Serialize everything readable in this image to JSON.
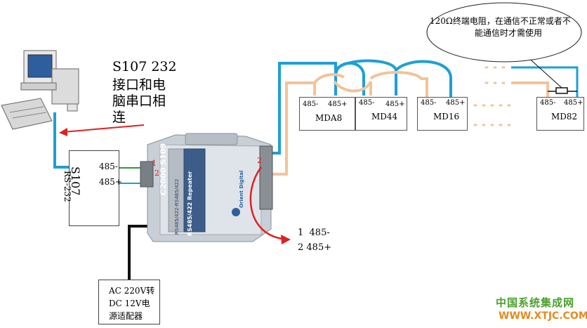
{
  "note": {
    "text_line1": "120Ω终端电阻，在通信不正常或者不",
    "text_line2": "能通信时才需使用"
  },
  "pc_note": {
    "line1": "S107 232",
    "line2": "接口和电",
    "line3": "脑串口相",
    "line4": "连"
  },
  "s107": {
    "title": "S107",
    "subtitle": "RS-232",
    "pin_minus": "485-",
    "pin_plus": "485+"
  },
  "repeater": {
    "brand": "Orient Digital",
    "model": "C2000 S109",
    "name": "RS485/422 Repeater",
    "ports": "RS485/422-RS485/422",
    "pin1": "1",
    "pin2": "2",
    "pin2b": "2"
  },
  "pinout": {
    "line1": "1  485-",
    "line2": "2 485+"
  },
  "adapter": {
    "line1": "AC 220V转",
    "line2": "DC 12V电",
    "line3": "源适配器"
  },
  "modules": [
    {
      "name": "MDA8",
      "minus": "485-",
      "plus": "485+"
    },
    {
      "name": "MD44",
      "minus": "485-",
      "plus": "485+"
    },
    {
      "name": "MD16",
      "minus": "485-",
      "plus": "485+"
    },
    {
      "name": "MD82",
      "minus": "485-",
      "plus": "485+"
    }
  ],
  "watermark": {
    "cn": "中国系统集成网",
    "url": "WWW.XTJC.COM"
  },
  "colors": {
    "blue_wire": "#1e9fd6",
    "orange_wire": "#f2c49a",
    "green_wire": "#2e9a3c",
    "red_arrow": "#e02020",
    "watermark_green": "#4aa02c",
    "watermark_orange": "#e68a1e"
  }
}
